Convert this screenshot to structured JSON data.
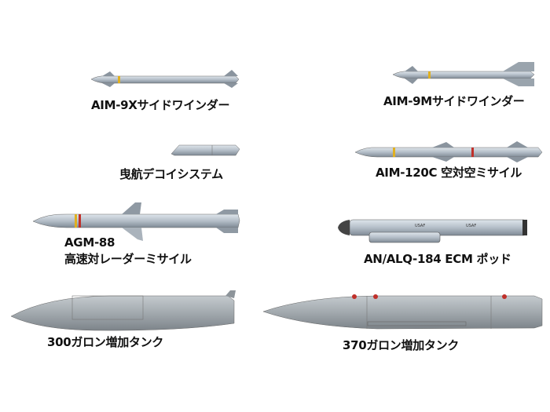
{
  "items": [
    {
      "id": "aim9x",
      "label": "AIM-9Xサイドワインダー"
    },
    {
      "id": "aim9m",
      "label": "AIM-9Mサイドワインダー"
    },
    {
      "id": "decoy",
      "label": "曳航デコイシステム"
    },
    {
      "id": "aim120c",
      "label": "AIM-120C 空対空ミサイル"
    },
    {
      "id": "agm88",
      "label_line1": "AGM-88",
      "label_line2": "高速対レーダーミサイル"
    },
    {
      "id": "alq184",
      "label": "AN/ALQ-184 ECM ポッド",
      "markings": [
        "USAF",
        "USAF"
      ]
    },
    {
      "id": "tank300",
      "label": "300ガロン増加タンク"
    },
    {
      "id": "tank370",
      "label": "370ガロン増加タンク"
    }
  ],
  "colors": {
    "body": "#b9c3cc",
    "shadow": "#8f9aa5",
    "tank": "#a3aab0",
    "band_yellow": "#e0b020",
    "band_red": "#c0302a"
  }
}
